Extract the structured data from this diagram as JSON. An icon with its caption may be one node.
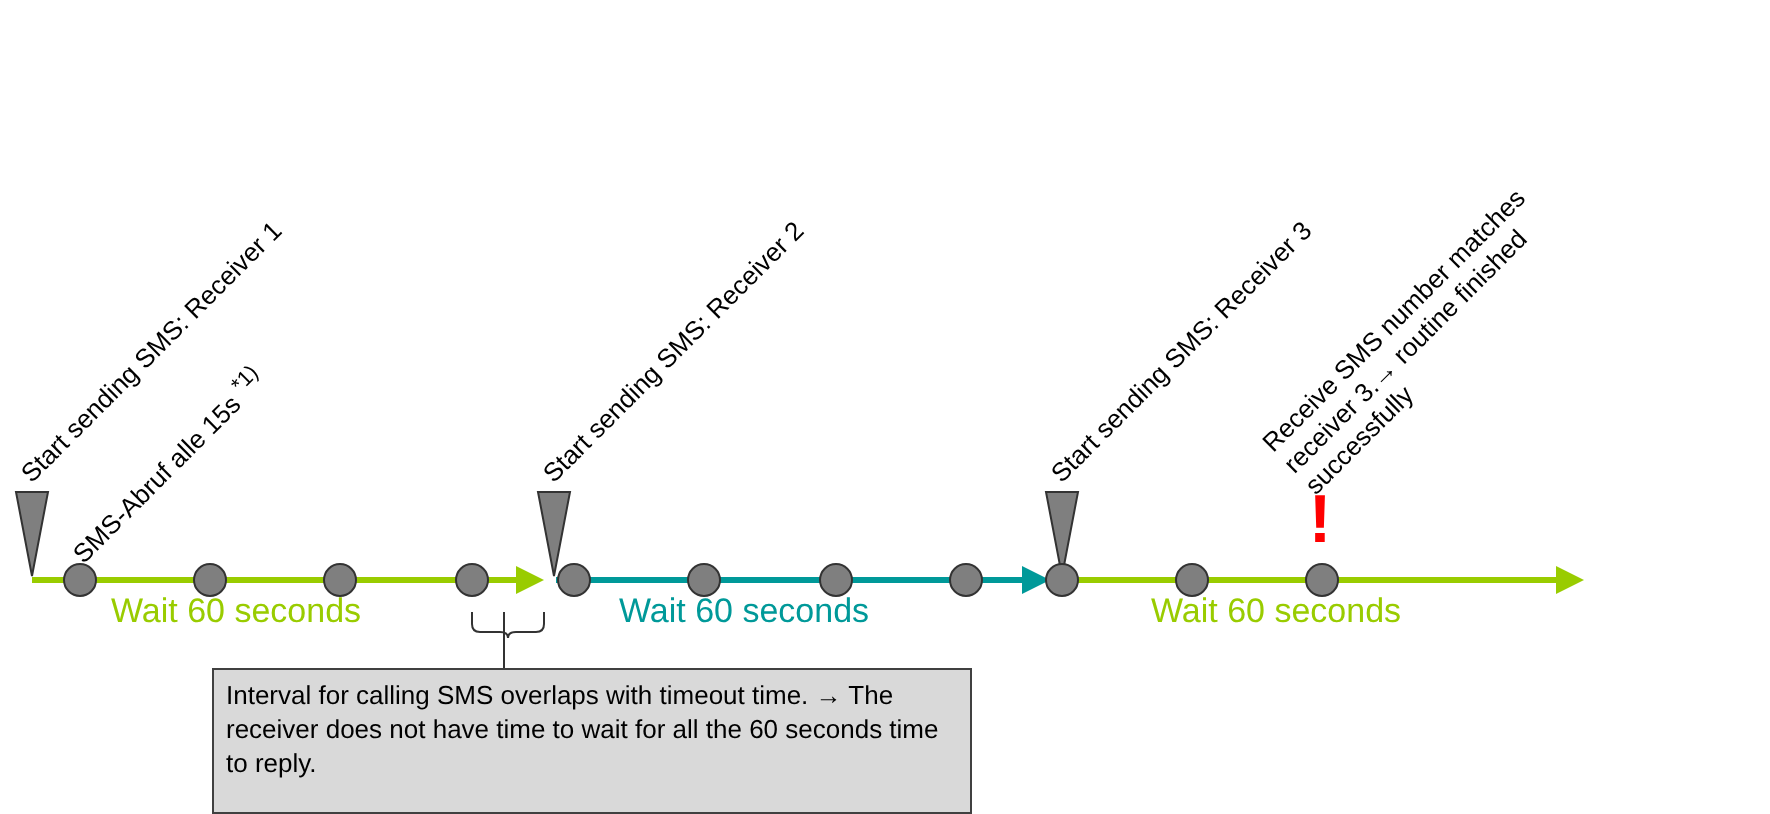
{
  "diagram": {
    "nodes": [
      {
        "text": [
          "Interval for calling SMS overlaps with timeout time. → The receiver does not have time to wait for all the 60 seconds time to reply."
        ]
      },
      {
        "text": [],
        "shape": "bracket"
      }
    ],
    "edges": [
      {
        "from": 0,
        "to": 1,
        "arrow": "none"
      }
    ],
    "labels": [
      "Start sending SMS: Receiver 1",
      "SMS-Abruf alle 15s $^{*1)}$",
      "Start sending SMS: Receiver 2",
      "Start sending SMS: Receiver  3",
      "Receive SMS number matches receiver 3.→ routine finished successfully",
      "!",
      "Wait 60 seconds",
      "Wait 60 seconds",
      "Wait 60 seconds"
    ]
  }
}
